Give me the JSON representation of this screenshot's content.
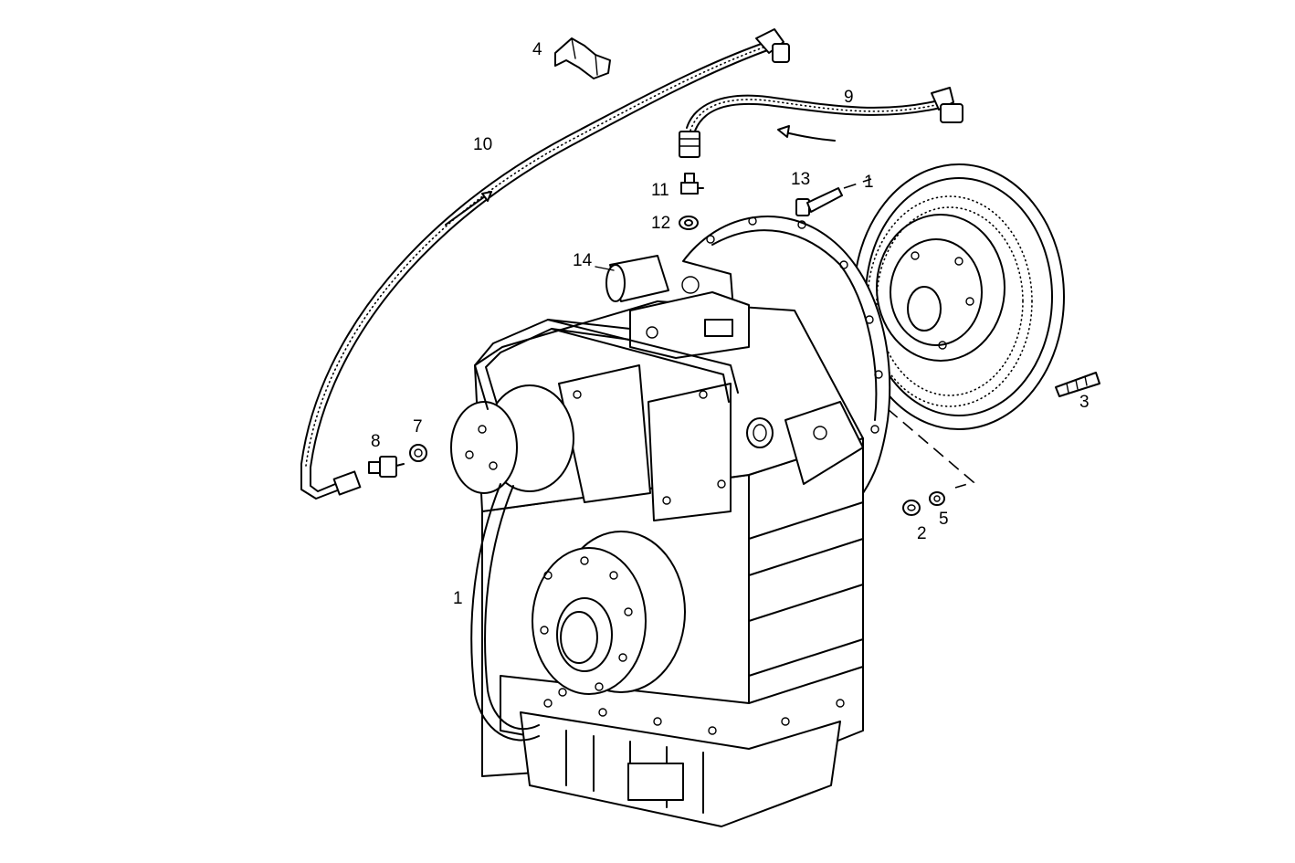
{
  "callouts": [
    {
      "id": "c4",
      "label": "4"
    },
    {
      "id": "c9",
      "label": "9"
    },
    {
      "id": "c10",
      "label": "10"
    },
    {
      "id": "c13",
      "label": "13"
    },
    {
      "id": "cL",
      "label": "1"
    },
    {
      "id": "c11",
      "label": "11"
    },
    {
      "id": "c12",
      "label": "12"
    },
    {
      "id": "c14",
      "label": "14"
    },
    {
      "id": "c8",
      "label": "8"
    },
    {
      "id": "c7",
      "label": "7"
    },
    {
      "id": "c3",
      "label": "3"
    },
    {
      "id": "c2",
      "label": "2"
    },
    {
      "id": "c5",
      "label": "5"
    },
    {
      "id": "c1",
      "label": "1"
    }
  ]
}
